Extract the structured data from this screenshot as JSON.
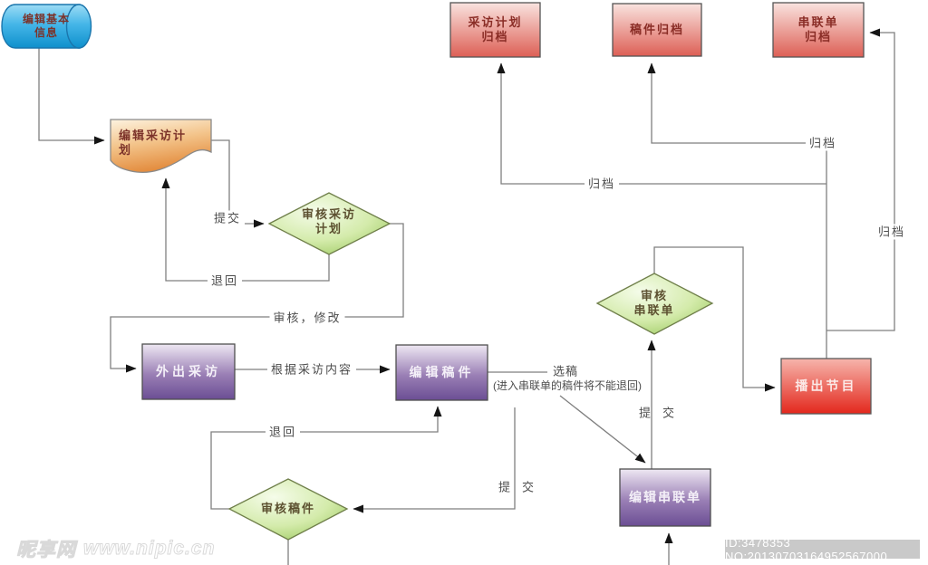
{
  "nodes": {
    "edit_basic_info": "编辑基本\n信息",
    "edit_interview_plan": "编辑采访计\n划",
    "review_interview_plan": "审核采访\n计划",
    "go_out_interview": "外出采访",
    "edit_manuscript": "编辑稿件",
    "review_manuscript": "审核稿件",
    "edit_rundown": "编辑串联单",
    "review_rundown": "审核\n串联单",
    "broadcast_program": "播出节目",
    "interview_plan_archive": "采访计划\n归档",
    "manuscript_archive": "稿件归档",
    "rundown_archive": "串联单\n归档"
  },
  "edge_labels": {
    "submit_plan": "提交",
    "return_plan": "退回",
    "review_modify": "审核，修改",
    "based_on_interview": "根据采访内容",
    "select_manuscript": "选稿",
    "select_note": "(进入串联单的稿件将不能退回)",
    "submit_manuscript": "提交",
    "return_manuscript": "退回",
    "submit_rundown": "提交",
    "archive_plan": "归档",
    "archive_manuscript": "归档",
    "archive_rundown": "归档"
  },
  "watermark": {
    "brand": "昵享网",
    "url": "www.nipic.cn",
    "id_text": "ID:3478353 NO:20130703164952567000"
  },
  "colors": {
    "cylinder_blue": "#2aa4de",
    "document_orange": "#e8984e",
    "diamond_green": "#8fc24e",
    "process_purple": "#7a5ca4",
    "archive_pink": "#e06158",
    "broadcast_red": "#e5291a",
    "connector_gray": "#7f7f7f"
  }
}
